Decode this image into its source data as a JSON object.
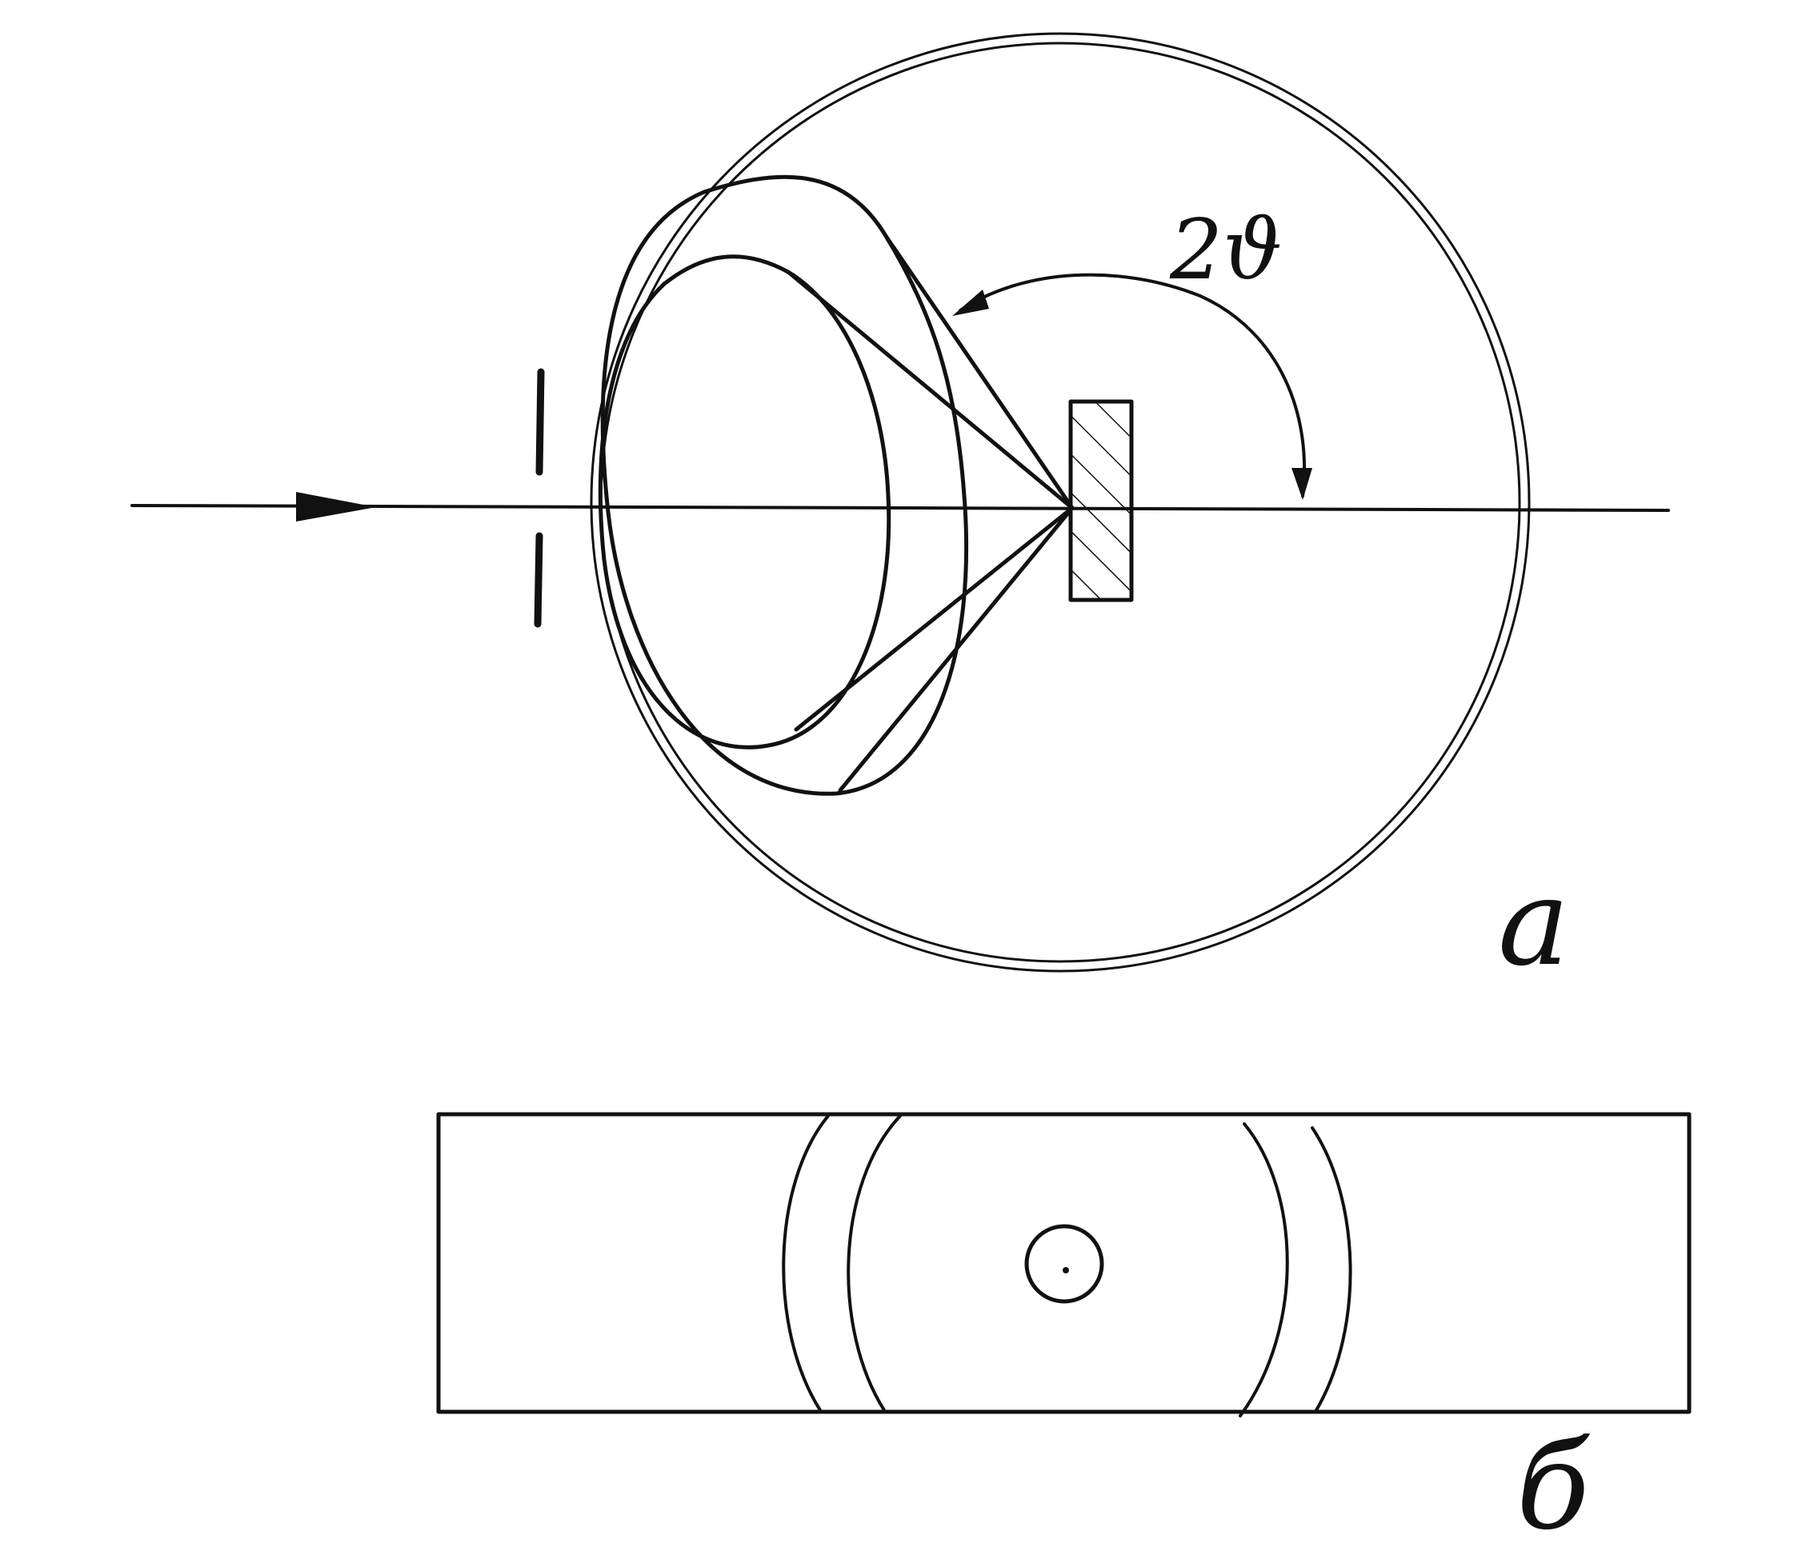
{
  "labels": {
    "angle": "2ϑ",
    "panel_a": "a",
    "panel_b": "б"
  },
  "colors": {
    "ink": "#111111",
    "background": "#ffffff"
  }
}
